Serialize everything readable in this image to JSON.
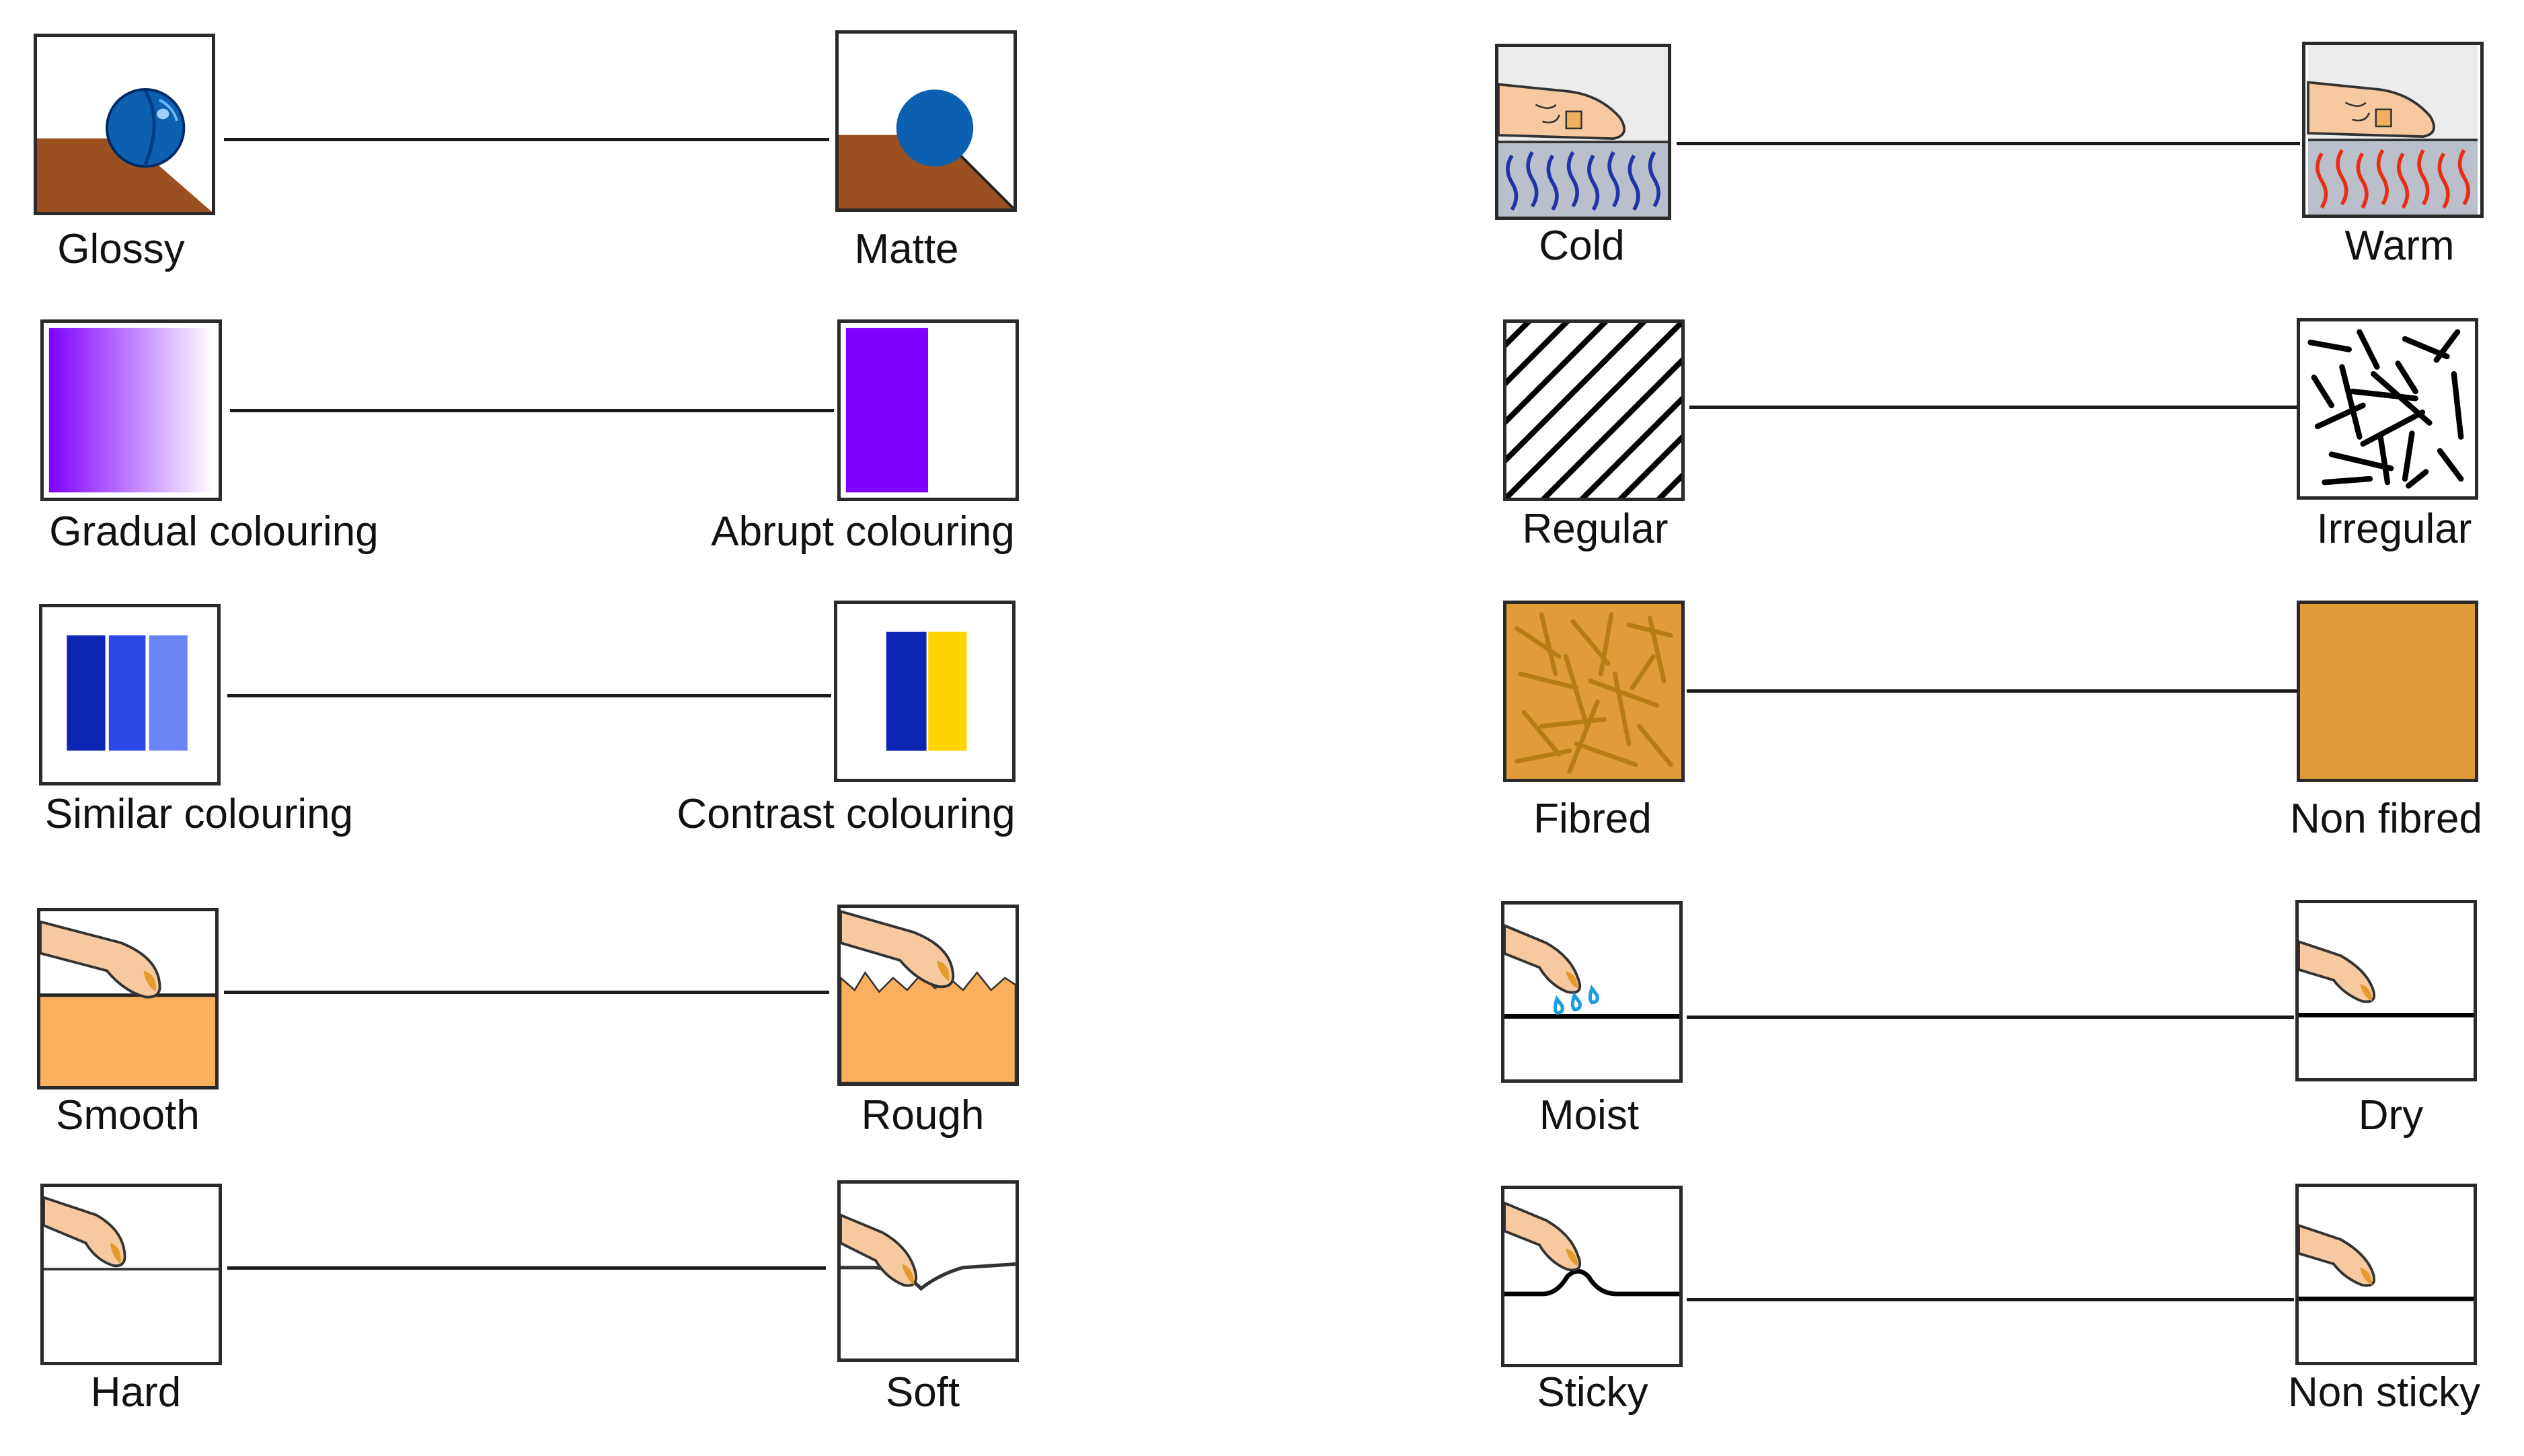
{
  "colors": {
    "wood": "#9c4f1f",
    "ball": "#0d5fb0",
    "violet": "#7f00ff",
    "blue_dark": "#0e26b4",
    "blue_mid": "#2c47e4",
    "blue_light": "#6a84f4",
    "yellow": "#ffd400",
    "skin": "#f7c9a0",
    "peach": "#fbb060",
    "ochre": "#e29b39",
    "fibre": "#b77d12",
    "cold_wave": "#2233a8",
    "warm_wave": "#ea2c15",
    "droplet": "#1a9ee0",
    "plate": "#b9c0cc",
    "line": "#1a1a1a"
  },
  "scales": [
    {
      "id": "gloss",
      "left": {
        "label": "Glossy",
        "icon": "glossy-ball-icon"
      },
      "right": {
        "label": "Matte",
        "icon": "matte-ball-icon"
      }
    },
    {
      "id": "gradient",
      "left": {
        "label": "Gradual colouring",
        "icon": "gradual-colour-icon"
      },
      "right": {
        "label": "Abrupt colouring",
        "icon": "abrupt-colour-icon"
      }
    },
    {
      "id": "contrast",
      "left": {
        "label": "Similar colouring",
        "icon": "similar-colour-icon"
      },
      "right": {
        "label": "Contrast colouring",
        "icon": "contrast-colour-icon"
      }
    },
    {
      "id": "roughness",
      "left": {
        "label": "Smooth",
        "icon": "smooth-surface-icon"
      },
      "right": {
        "label": "Rough",
        "icon": "rough-surface-icon"
      }
    },
    {
      "id": "hardness",
      "left": {
        "label": "Hard",
        "icon": "hard-surface-icon"
      },
      "right": {
        "label": "Soft",
        "icon": "soft-surface-icon"
      }
    },
    {
      "id": "temperature",
      "left": {
        "label": "Cold",
        "icon": "cold-plate-icon"
      },
      "right": {
        "label": "Warm",
        "icon": "warm-plate-icon"
      }
    },
    {
      "id": "regularity",
      "left": {
        "label": "Regular",
        "icon": "regular-hatch-icon"
      },
      "right": {
        "label": "Irregular",
        "icon": "irregular-lines-icon"
      }
    },
    {
      "id": "fibre",
      "left": {
        "label": "Fibred",
        "icon": "fibred-texture-icon"
      },
      "right": {
        "label": "Non fibred",
        "icon": "non-fibred-texture-icon"
      }
    },
    {
      "id": "moisture",
      "left": {
        "label": "Moist",
        "icon": "moist-finger-icon"
      },
      "right": {
        "label": "Dry",
        "icon": "dry-finger-icon"
      }
    },
    {
      "id": "stickiness",
      "left": {
        "label": "Sticky",
        "icon": "sticky-surface-icon"
      },
      "right": {
        "label": "Non sticky",
        "icon": "non-sticky-surface-icon"
      }
    }
  ]
}
